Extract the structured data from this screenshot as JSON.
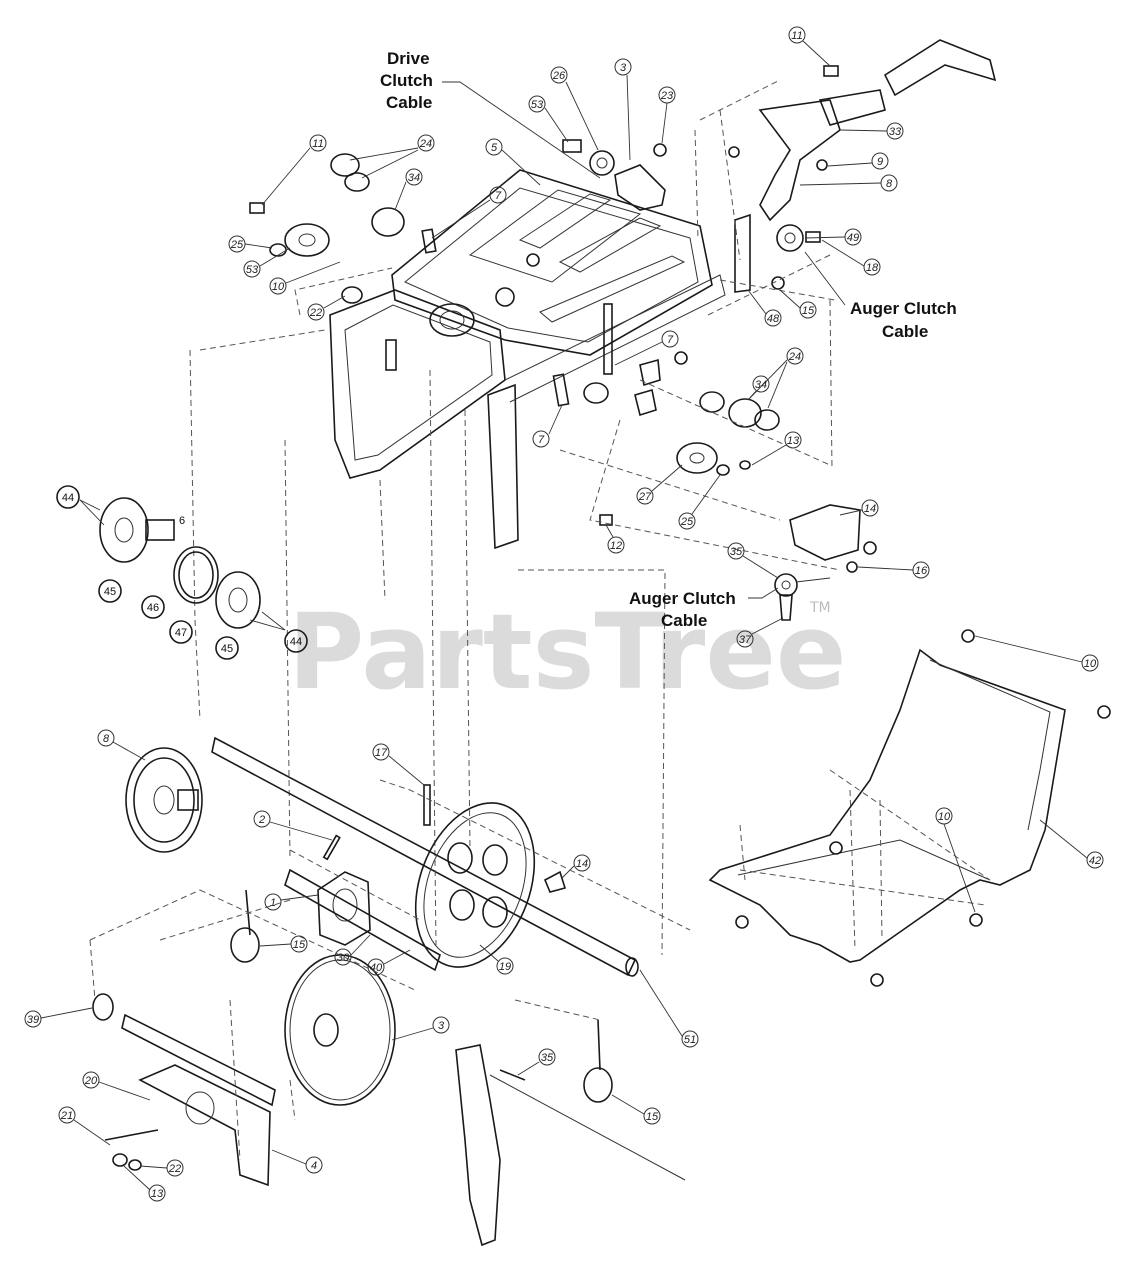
{
  "watermark": {
    "text": "PartsTree",
    "tm": "TM"
  },
  "callouts": {
    "drive_clutch": [
      "Drive",
      "Clutch",
      "Cable"
    ],
    "auger_clutch_upper": [
      "Auger Clutch",
      "Cable"
    ],
    "auger_clutch_lower": [
      "Auger Clutch",
      "Cable"
    ]
  },
  "refs": {
    "r44a": "44",
    "r45a": "45",
    "r46": "46",
    "r47": "47",
    "r45b": "45",
    "r44b": "44",
    "r6": "6",
    "u11": "11",
    "u24a": "24",
    "u34a": "34",
    "u7a": "7",
    "u25a": "25",
    "u53a": "53",
    "u10": "10",
    "u22": "22",
    "u5": "5",
    "u53b": "53",
    "u26": "26",
    "u3a": "3",
    "u23": "23",
    "u33": "33",
    "u9": "9",
    "u8": "8",
    "u49": "49",
    "u18": "18",
    "u48": "48",
    "u15": "15",
    "u7b": "7",
    "u7c": "7",
    "u24b": "24",
    "u34b": "34",
    "u13": "13",
    "u27": "27",
    "u25b": "25",
    "u12": "12",
    "u14": "14",
    "u16": "16",
    "u35a": "35",
    "u37": "37",
    "l8": "8",
    "l17": "17",
    "l2": "2",
    "l1": "1",
    "l14": "14",
    "l15a": "15",
    "l30": "30",
    "l40": "40",
    "l19": "19",
    "l39": "39",
    "l20": "20",
    "l21": "21",
    "l22": "22",
    "l13": "13",
    "l3": "3",
    "l4": "4",
    "l51": "51",
    "l35": "35",
    "l15b": "15",
    "l10": "10",
    "l42": "42"
  }
}
